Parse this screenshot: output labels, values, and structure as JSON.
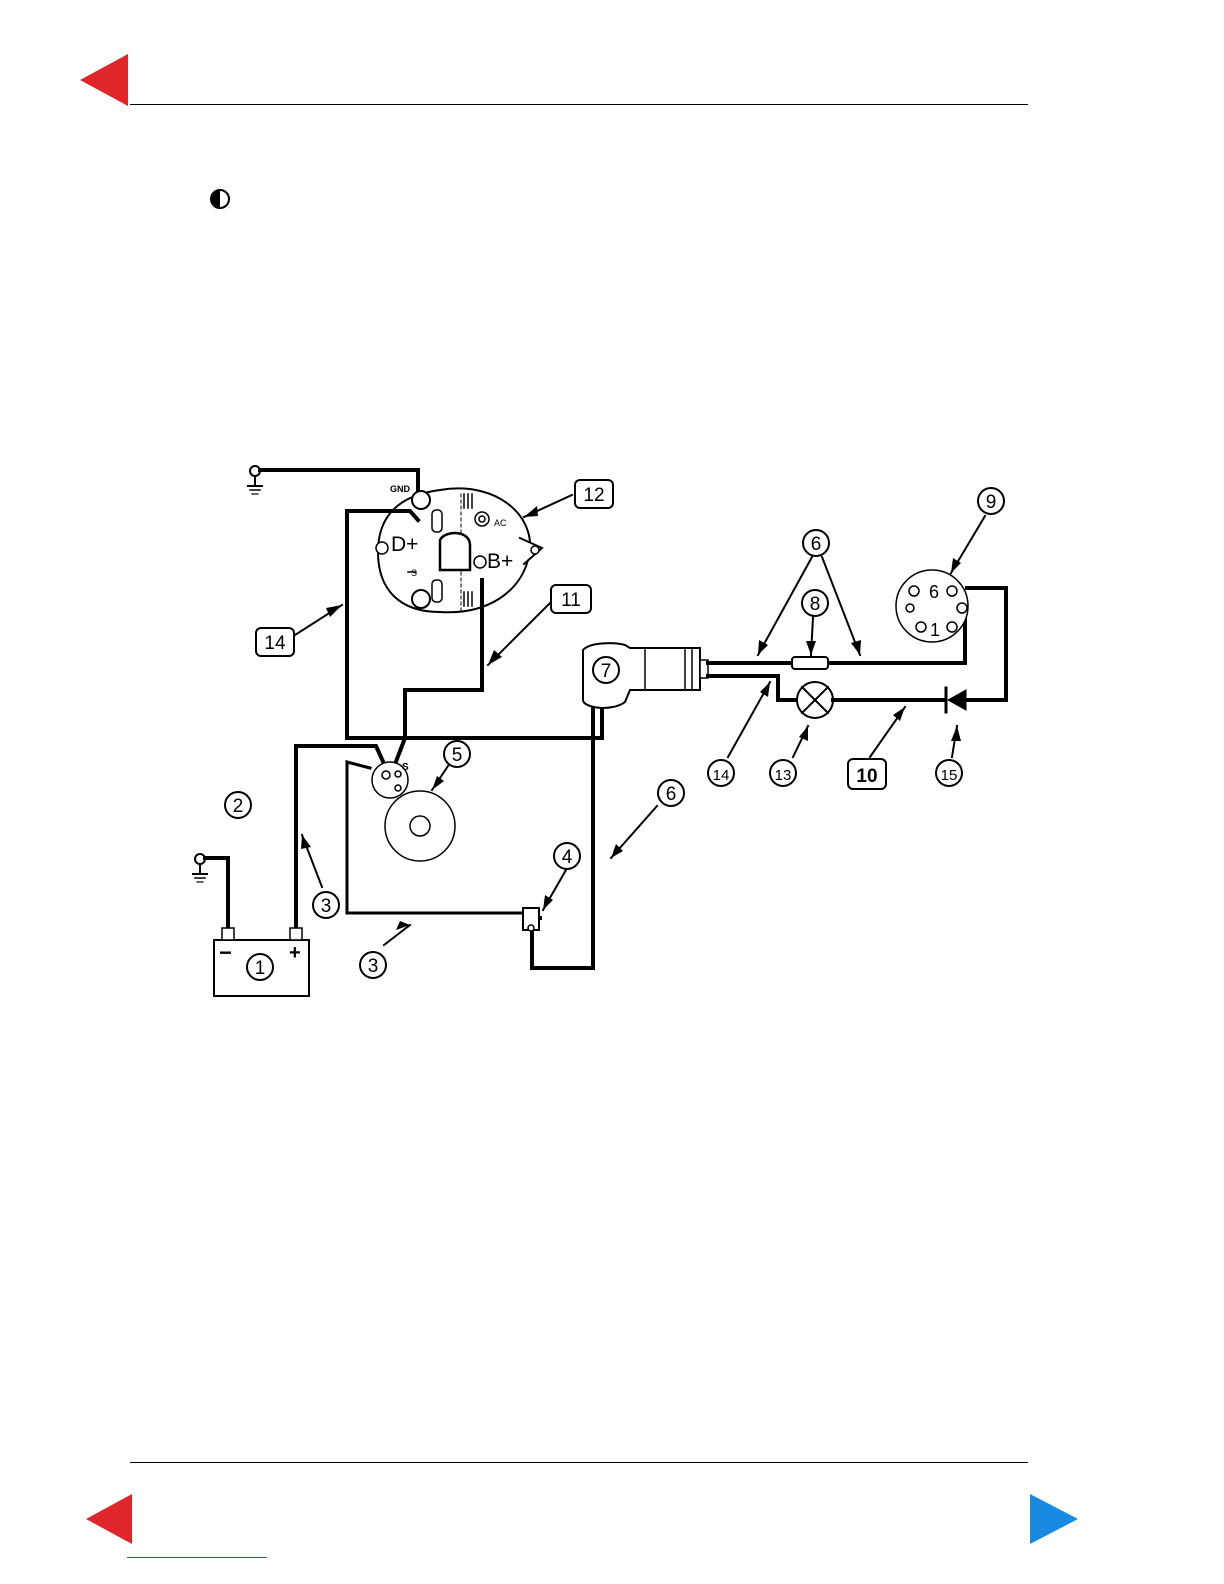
{
  "navigation": {
    "prev_color": "#e0262b",
    "next_color": "#1a8ae0",
    "icons": [
      "prev-page-icon",
      "next-page-icon",
      "contrast-icon"
    ]
  },
  "diagram": {
    "terminal_labels": {
      "gnd": "GND",
      "d_plus": "D+",
      "b_plus": "B+",
      "ac": "AC",
      "s_alt": "S",
      "s_starter": "S",
      "panel_6": "6",
      "panel_1": "1",
      "battery_minus": "−",
      "battery_plus": "+"
    },
    "callouts": {
      "c1": "1",
      "c2": "2",
      "c3a": "3",
      "c3b": "3",
      "c4": "4",
      "c5": "5",
      "c6a": "6",
      "c6b": "6",
      "c7": "7",
      "c8": "8",
      "c9": "9",
      "c10": "10",
      "c11": "11",
      "c12": "12",
      "c13": "13",
      "c14a": "14",
      "c14b": "14",
      "c15": "15"
    }
  }
}
